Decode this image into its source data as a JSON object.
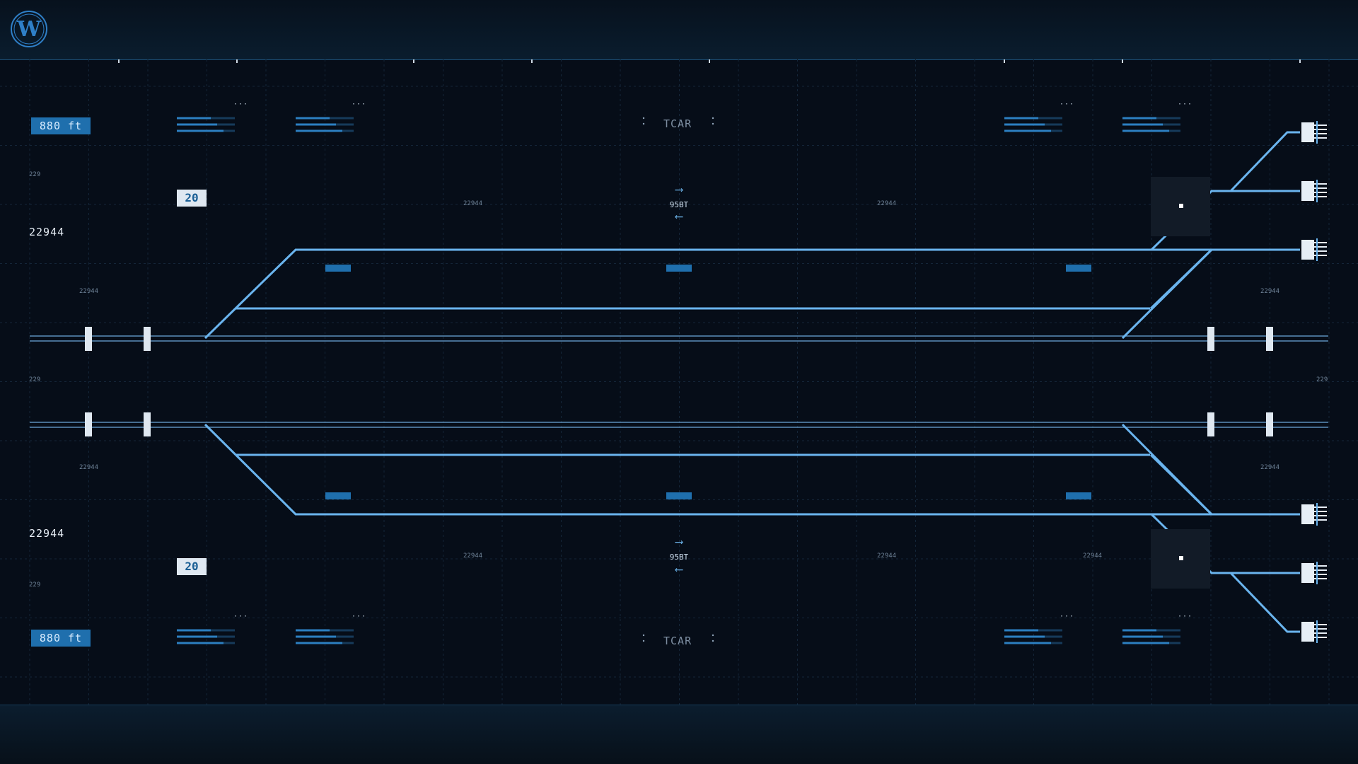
{
  "app": {
    "logo_letter": "W"
  },
  "top_panel": {
    "distance_badge": "880 ft",
    "signal_badge": "20",
    "track_id": "22944",
    "tcar_label": "TCAR",
    "direction_label": "95BT"
  },
  "bottom_panel": {
    "distance_badge": "880 ft",
    "signal_badge": "20",
    "track_id": "22944",
    "tcar_label": "TCAR",
    "direction_label": "95BT"
  },
  "small_ids": {
    "station": "22944",
    "post": "229"
  },
  "icons": {
    "logo": "wordpress-style-w-logo-icon",
    "direction_right": "arrow-right-icon",
    "direction_left": "arrow-left-icon",
    "terminal": "buffer-stop-icon",
    "switch": "track-switch-icon"
  },
  "colors": {
    "background": "#060d18",
    "track": "#6ab4ee",
    "accent": "#1f6fad",
    "badge_light": "#dfe8f1"
  }
}
